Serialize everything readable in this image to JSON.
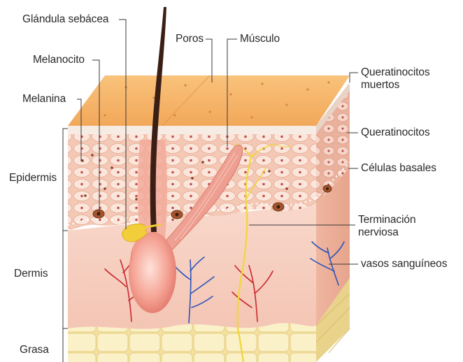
{
  "diagram": {
    "labels": {
      "sebaceous_gland": "Glándula sebácea",
      "pores": "Poros",
      "muscle": "Músculo",
      "melanocyte": "Melanocito",
      "melanin": "Melanina",
      "dead_keratinocytes": "Queratinocitos muertos",
      "keratinocytes": "Queratinocitos",
      "basal_cells": "Células basales",
      "epidermis": "Epidermis",
      "nerve_ending": "Terminación nerviosa",
      "dermis": "Dermis",
      "blood_vessels": "vasos sanguíneos",
      "fat": "Grasa"
    },
    "colors": {
      "stratum_corneum": "#f6b365",
      "epidermis": "#f4c7b4",
      "dermis": "#f9d9cc",
      "fat": "#f7eab4",
      "hair": "#3b1f14",
      "nerve": "#f2d641",
      "artery": "#c9272c",
      "vein": "#2d55b8"
    }
  }
}
